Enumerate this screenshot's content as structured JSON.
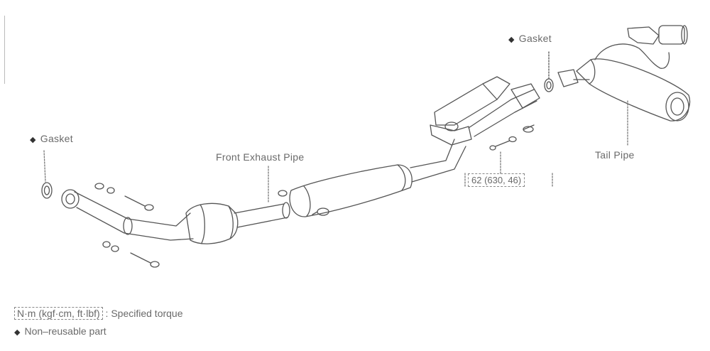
{
  "labels": {
    "gasket_left": "Gasket",
    "gasket_top": "Gasket",
    "front_exhaust_pipe": "Front Exhaust Pipe",
    "tail_pipe": "Tail Pipe",
    "torque_value": "62 (630, 46)"
  },
  "legend": {
    "torque_unit": "N·m (kgf·cm, ft·lbf)",
    "torque_desc": ": Specified torque",
    "non_reusable": "Non–reusable part"
  },
  "icons": {
    "non_reusable_marker": "black-diamond-icon"
  }
}
